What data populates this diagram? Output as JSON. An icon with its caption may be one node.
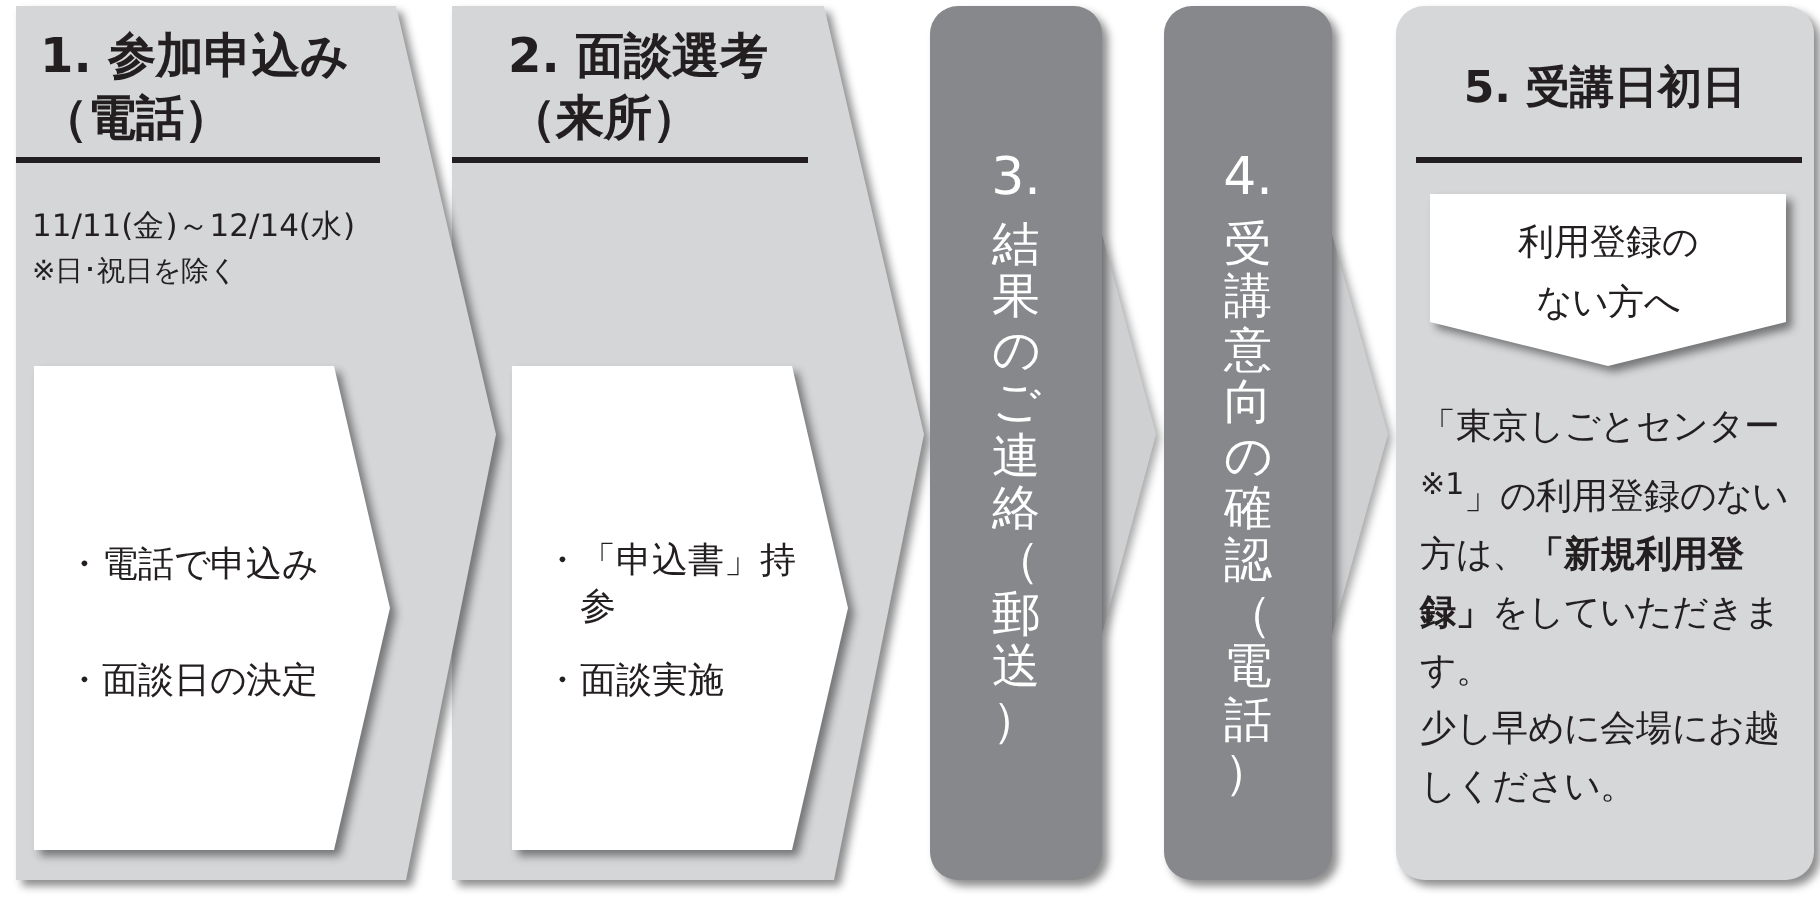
{
  "diagram": {
    "nodes": [
      {
        "text": [
          "1. 参加申込み（電話）",
          "11/11(金)～12/14(水)",
          "※日･祝日を除く"
        ]
      },
      {
        "text": [
          "・電話で申込み",
          "・面談日の決定"
        ],
        "in": 0
      },
      {
        "text": [
          "2. 面談選考（来所）"
        ]
      },
      {
        "text": [
          "・「申込書」持参",
          "・面談実施"
        ],
        "in": 2
      },
      {
        "text": [
          "3.",
          "結果のご連絡（郵送）"
        ]
      },
      {
        "text": [
          "4.",
          "受講意向の確認（電話）"
        ]
      },
      {
        "text": [
          "5. 受講日初日",
          "「東京しごとセンター$^{※1}$」の利用登録のない方は、**「新規利用登録」**をしていただきます。",
          "少し早めに会場にお越しください。"
        ]
      },
      {
        "text": [
          "利用登録のない方へ"
        ],
        "in": 6
      }
    ],
    "edges": [
      {
        "from": 4,
        "to": 5,
        "arrow": "to"
      },
      {
        "from": 5,
        "to": 6,
        "arrow": "to"
      }
    ]
  }
}
